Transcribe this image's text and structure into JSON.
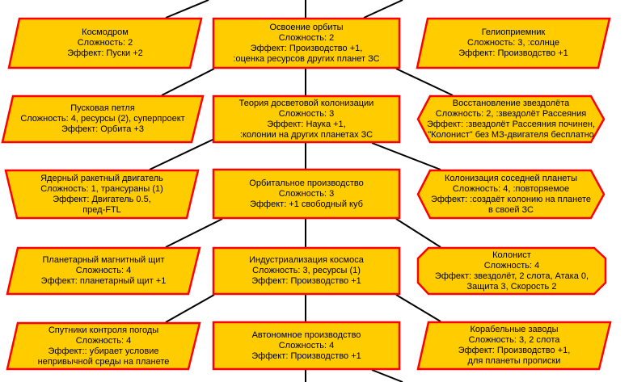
{
  "colors": {
    "fill": "#ffcc00",
    "stroke": "#ff0000",
    "edge": "#000000"
  },
  "nodes": [
    {
      "id": "kosmodrom",
      "shape": "parallelogram",
      "lines": [
        "Космодром",
        "Сложность: 2",
        "Эффект: Пуски +2"
      ]
    },
    {
      "id": "orbit",
      "shape": "rect",
      "lines": [
        "Освоение орбиты",
        "Сложность: 2",
        "Эффект: Производство +1,",
        ":оценка ресурсов других планет ЗС"
      ]
    },
    {
      "id": "helio",
      "shape": "parallelogram",
      "lines": [
        "Гелиоприемник",
        "Сложность: 3, :солнце",
        "Эффект: Производство +1"
      ]
    },
    {
      "id": "loop",
      "shape": "parallelogram",
      "lines": [
        "Пусковая петля",
        "Сложность: 4, ресурсы (2), суперпроект",
        "Эффект: Орбита +3"
      ]
    },
    {
      "id": "colony_theory",
      "shape": "rect",
      "lines": [
        "Теория досветовой колонизации",
        "Сложность: 3",
        "Эффект: Наука +1,",
        ":колонии на других планетах ЗС"
      ]
    },
    {
      "id": "restore",
      "shape": "hexagon",
      "lines": [
        "Восстановление звездолёта",
        "Сложность: 2, :звездолёт Рассеяния",
        "Эффект: :звездолёт Рассеяния починен,",
        "\"Колонист\" без МЗ-двигателя бесплатно"
      ]
    },
    {
      "id": "nuclear",
      "shape": "trapezoid",
      "lines": [
        "Ядерный ракетный двигатель",
        "Сложность: 1, трансураны (1)",
        "Эффект: Двигатель 0.5,",
        "пред-FTL"
      ]
    },
    {
      "id": "orbital_prod",
      "shape": "rect",
      "lines": [
        "Орбитальное производство",
        "Сложность: 3",
        "Эффект: +1 свободный куб"
      ]
    },
    {
      "id": "neighbor",
      "shape": "hexagon",
      "lines": [
        "Колонизация соседней планеты",
        "Сложность: 4, :повторяемое",
        "Эффект: :создаёт колонию на планете",
        "в своей ЗС"
      ]
    },
    {
      "id": "magshield",
      "shape": "parallelogram",
      "lines": [
        "Планетарный магнитный щит",
        "Сложность: 4",
        "Эффект: планетарный щит +1"
      ]
    },
    {
      "id": "industry",
      "shape": "rect",
      "lines": [
        "Индустриализация космоса",
        "Сложность: 3, ресурсы (1)",
        "Эффект: Производство +1"
      ]
    },
    {
      "id": "colonist",
      "shape": "octagon",
      "lines": [
        "Колонист",
        "Сложность: 4",
        "Эффект: звездолёт, 2 слота, Атака 0,",
        "Защита 3, Скорость 2"
      ]
    },
    {
      "id": "weather",
      "shape": "parallelogram",
      "lines": [
        "Спутники контроля погоды",
        "Сложность: 4",
        "Эффект:: убирает условие",
        "непривычной среды на планете"
      ]
    },
    {
      "id": "autonomous",
      "shape": "rect",
      "lines": [
        "Автономное производство",
        "Сложность: 4",
        "Эффект: Производство +1"
      ]
    },
    {
      "id": "shipyards",
      "shape": "parallelogram",
      "lines": [
        "Корабельные заводы",
        "Сложность: 3, 2 слота",
        "Эффект: Производство +1,",
        "для планеты прописки"
      ]
    }
  ]
}
